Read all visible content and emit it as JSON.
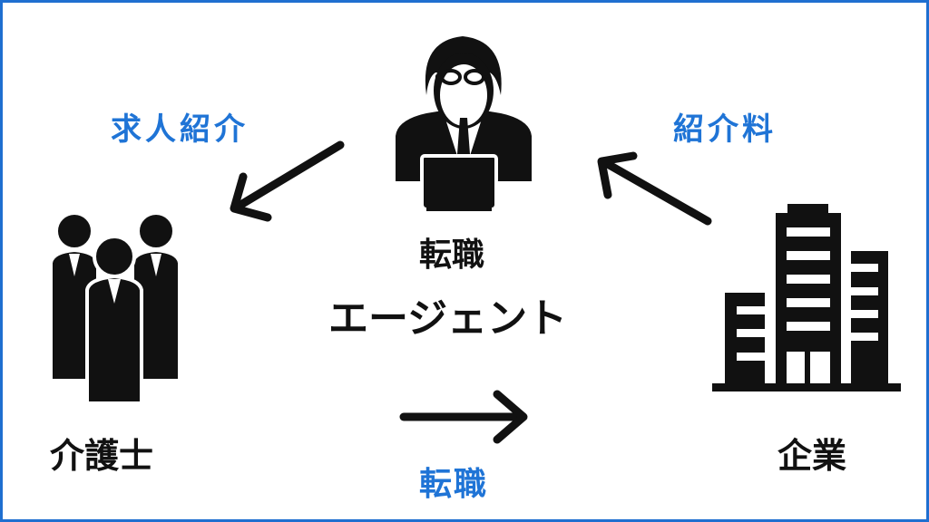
{
  "labels": {
    "job_referral": "求人紹介",
    "referral_fee": "紹介料",
    "agent_line1": "転職",
    "agent_line2": "エージェント",
    "caregiver": "介護士",
    "company": "企業",
    "job_change": "転職"
  },
  "colors": {
    "accent": "#1f74d6",
    "border": "#1f6fd0",
    "ink": "#111111"
  }
}
